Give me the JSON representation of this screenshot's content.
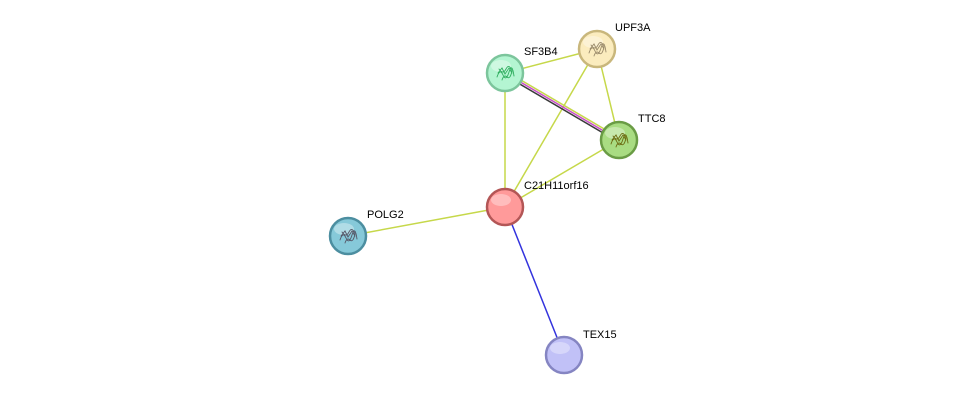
{
  "network": {
    "nodes": [
      {
        "id": "C21H11orf16",
        "label": "C21H11orf16",
        "fill": "#ff9a9a",
        "stroke": "#b35656",
        "has_structure": false,
        "icon": ""
      },
      {
        "id": "SF3B4",
        "label": "SF3B4",
        "fill": "#b4f5d2",
        "stroke": "#7cc59c",
        "has_structure": true,
        "icon": "protein-structure-icon",
        "icon_color": "#2fae5f"
      },
      {
        "id": "UPF3A",
        "label": "UPF3A",
        "fill": "#fbecbe",
        "stroke": "#c9b77c",
        "has_structure": true,
        "icon": "protein-structure-icon",
        "icon_color": "#9a8a6a"
      },
      {
        "id": "TTC8",
        "label": "TTC8",
        "fill": "#a9dc82",
        "stroke": "#6a9c45",
        "has_structure": true,
        "icon": "protein-structure-icon",
        "icon_color": "#6b6a10"
      },
      {
        "id": "POLG2",
        "label": "POLG2",
        "fill": "#86c9d9",
        "stroke": "#4c8ea0",
        "has_structure": true,
        "icon": "protein-structure-icon",
        "icon_color": "#555566"
      },
      {
        "id": "TEX15",
        "label": "TEX15",
        "fill": "#c1c1f7",
        "stroke": "#8585c2",
        "has_structure": false,
        "icon": ""
      }
    ],
    "edges": [
      {
        "source": "C21H11orf16",
        "target": "SF3B4",
        "colors": [
          "#c6d84a"
        ]
      },
      {
        "source": "C21H11orf16",
        "target": "UPF3A",
        "colors": [
          "#c6d84a"
        ]
      },
      {
        "source": "C21H11orf16",
        "target": "TTC8",
        "colors": [
          "#c6d84a"
        ]
      },
      {
        "source": "C21H11orf16",
        "target": "POLG2",
        "colors": [
          "#c6d84a"
        ]
      },
      {
        "source": "C21H11orf16",
        "target": "TEX15",
        "colors": [
          "#3333dd"
        ]
      },
      {
        "source": "SF3B4",
        "target": "UPF3A",
        "colors": [
          "#c6d84a"
        ]
      },
      {
        "source": "SF3B4",
        "target": "TTC8",
        "colors": [
          "#c6d84a",
          "#c84fc8",
          "#3a3a3a"
        ]
      },
      {
        "source": "UPF3A",
        "target": "TTC8",
        "colors": [
          "#c6d84a"
        ]
      }
    ]
  }
}
